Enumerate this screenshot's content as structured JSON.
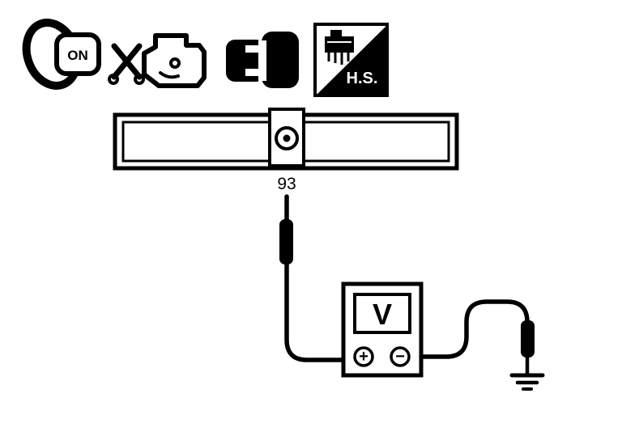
{
  "icons": {
    "ignition": {
      "name": "ignition-key-on-icon",
      "label": "ON"
    },
    "engine": {
      "name": "engine-off-icon"
    },
    "connector": {
      "name": "connector-disconnected-icon"
    },
    "scan_tool": {
      "name": "scan-tool-icon",
      "label": "H.S."
    }
  },
  "connector_bar": {
    "pin": "93"
  },
  "meter": {
    "display": "V",
    "positive": "+",
    "negative": "−"
  },
  "colors": {
    "line": "#000000",
    "background": "#ffffff"
  }
}
